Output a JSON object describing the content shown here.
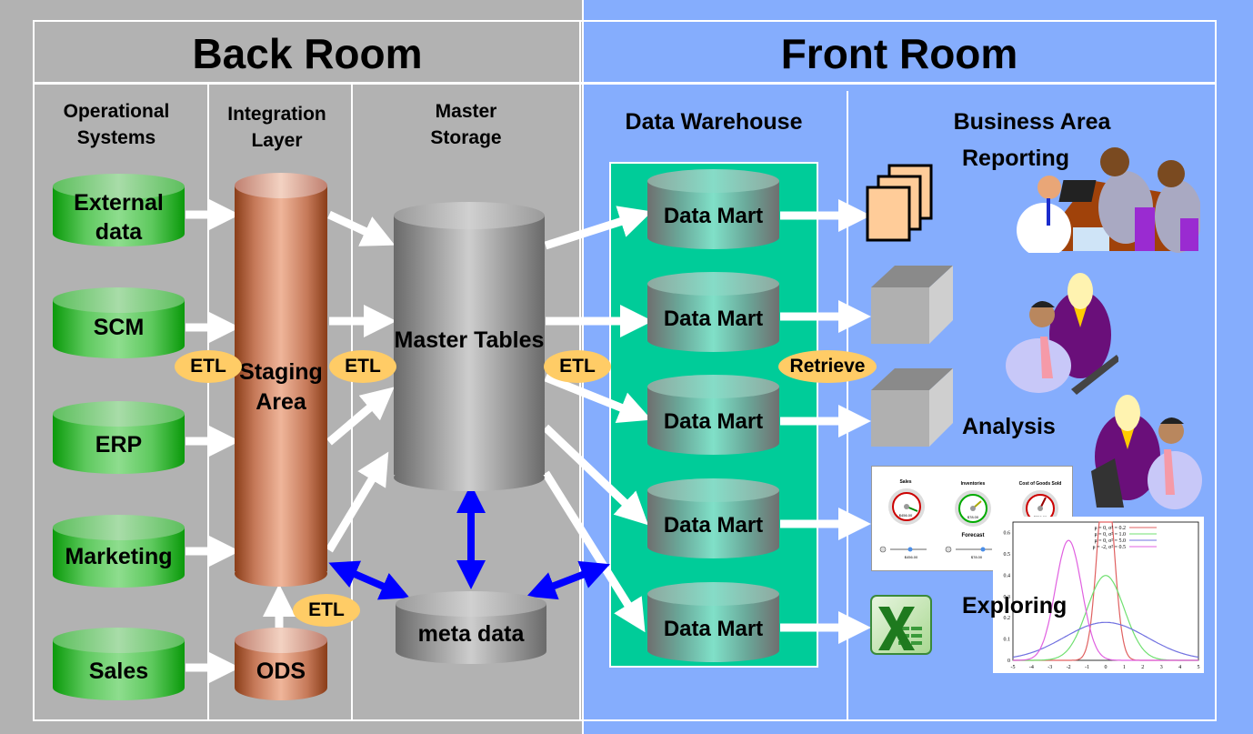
{
  "back_room": {
    "title": "Back Room",
    "columns": {
      "operational": "Operational Systems",
      "integration": "Integration Layer",
      "master": "Master Storage"
    },
    "sources": [
      "External data",
      "SCM",
      "ERP",
      "Marketing",
      "Sales"
    ],
    "staging": "Staging Area",
    "ods": "ODS",
    "master_tables": "Master Tables",
    "meta_data": "meta data",
    "etl_labels": [
      "ETL",
      "ETL",
      "ETL",
      "ETL"
    ]
  },
  "front_room": {
    "title": "Front Room",
    "columns": {
      "warehouse": "Data Warehouse",
      "business": "Business Area"
    },
    "data_marts": [
      "Data Mart",
      "Data Mart",
      "Data Mart",
      "Data Mart",
      "Data Mart"
    ],
    "retrieve": "Retrieve",
    "sections": {
      "reporting": "Reporting",
      "analysis": "Analysis",
      "exploring": "Exploring"
    },
    "dashboard": {
      "gauges": [
        {
          "title": "Sales",
          "value": "$456.00"
        },
        {
          "title": "Inventories",
          "value": "$78.00"
        },
        {
          "title": "Cost of Goods Sold",
          "value": "$256.00"
        }
      ],
      "forecast_label": "Forecast",
      "sliders": [
        "$456.00",
        "$78.00",
        "$256.00"
      ]
    },
    "distribution_plot": {
      "legend": [
        "μ = 0, σ² = 0.2",
        "μ = 0, σ² = 1.0",
        "μ = 0, σ² = 5.0",
        "μ = -2, σ² = 0.5"
      ],
      "legend_colors": [
        "#e06060",
        "#70e070",
        "#7070e0",
        "#e060e0"
      ],
      "x_ticks": [
        "-5",
        "-4",
        "-3",
        "-2",
        "-1",
        "0",
        "1",
        "2",
        "3",
        "4",
        "5"
      ],
      "y_ticks": [
        "0",
        "0.1",
        "0.2",
        "0.3",
        "0.4",
        "0.5",
        "0.6"
      ]
    }
  },
  "colors": {
    "back_room_bg": "#b2b2b2",
    "front_room_bg": "#85adfd",
    "warehouse_bg": "#00cc99",
    "badge": "#ffcc66",
    "meta_arrows": "#0000ff"
  }
}
